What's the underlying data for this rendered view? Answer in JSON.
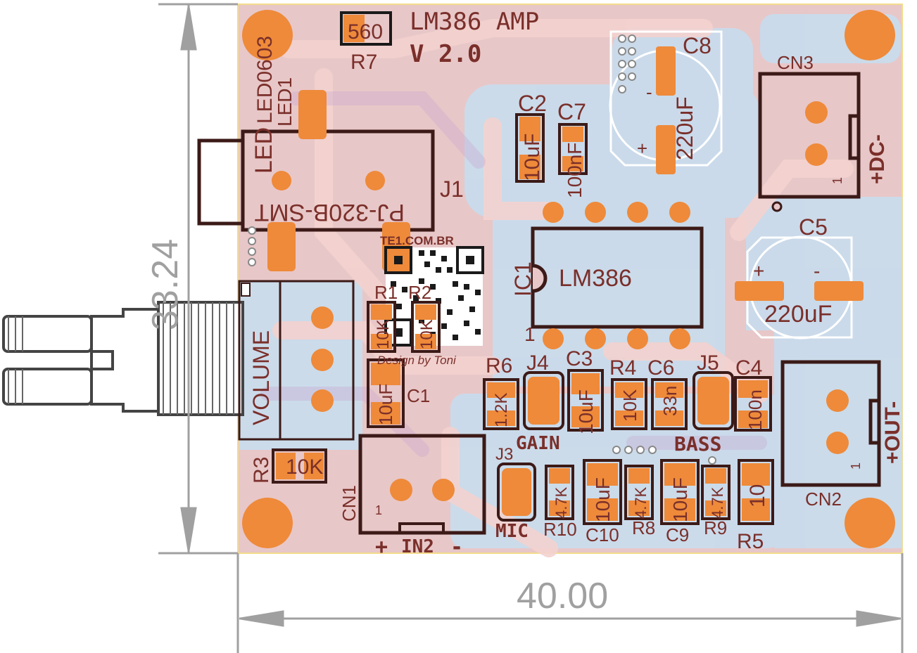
{
  "board": {
    "title": "LM386 AMP",
    "version": "V 2.0",
    "website": "TE1.COM.BR",
    "credit": "Design by Toni"
  },
  "dimensions": {
    "width": "40.00",
    "height": "33.24"
  },
  "components": {
    "r7": {
      "ref": "R7",
      "value": "560"
    },
    "led1": {
      "ref": "LED1",
      "package": "LED0603",
      "label": "LED"
    },
    "j1": {
      "ref": "J1",
      "part": "PJ-320B-SMT"
    },
    "c2": {
      "ref": "C2",
      "value": "10uF"
    },
    "c7": {
      "ref": "C7",
      "value": "100nF"
    },
    "c8": {
      "ref": "C8",
      "value": "220uF",
      "plus": "+",
      "minus": "-"
    },
    "cn3": {
      "ref": "CN3",
      "label": "+DC-",
      "pin1": "1"
    },
    "c5": {
      "ref": "C5",
      "value": "220uF",
      "plus": "+",
      "minus": "-"
    },
    "ic1": {
      "ref": "IC1",
      "part": "LM386",
      "pin1": "1"
    },
    "r1": {
      "ref": "R1",
      "value": "10K"
    },
    "r2": {
      "ref": "R2",
      "value": "10K"
    },
    "volume": {
      "label": "VOLUME"
    },
    "c1": {
      "ref": "C1",
      "value": "10uF"
    },
    "r6": {
      "ref": "R6",
      "value": "1.2K"
    },
    "j4": {
      "ref": "J4",
      "label": "GAIN"
    },
    "c3": {
      "ref": "C3",
      "value": "10uF"
    },
    "r4": {
      "ref": "R4",
      "value": "10K"
    },
    "c6": {
      "ref": "C6",
      "value": "33n"
    },
    "j5": {
      "ref": "J5",
      "label": "BASS"
    },
    "c4": {
      "ref": "C4",
      "value": "100n"
    },
    "cn2": {
      "ref": "CN2",
      "label": "+OUT-",
      "pin1": "1"
    },
    "r3": {
      "ref": "R3",
      "value": "10K"
    },
    "cn1": {
      "ref": "CN1",
      "label": "IN2",
      "plus": "+",
      "minus": "-",
      "pin1": "1"
    },
    "j3": {
      "ref": "J3",
      "label": "MIC"
    },
    "r10": {
      "ref": "R10",
      "value": "4.7K"
    },
    "c10": {
      "ref": "C10",
      "value": "10uF"
    },
    "r8": {
      "ref": "R8",
      "value": "4.7K"
    },
    "c9": {
      "ref": "C9",
      "value": "10uF"
    },
    "r9": {
      "ref": "R9",
      "value": "4.7K"
    },
    "r5": {
      "ref": "R5",
      "value": "10"
    }
  },
  "colors": {
    "board": "#e8c7c8",
    "copper": "#c9dcec",
    "pad": "#ee8a3a",
    "silkscreen": "#7a2f2a",
    "outline": "#3b1a17",
    "dimension": "#a0a0a0"
  }
}
